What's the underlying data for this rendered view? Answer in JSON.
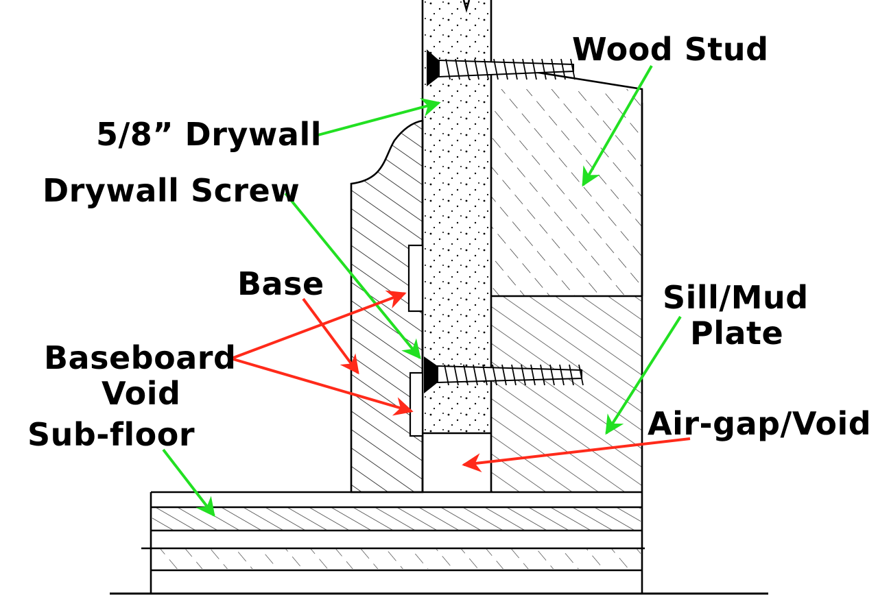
{
  "labels": {
    "wood_stud": "Wood Stud",
    "drywall": "5/8” Drywall",
    "drywall_screw": "Drywall Screw",
    "base": "Base",
    "baseboard_void_line1": "Baseboard",
    "baseboard_void_line2": "Void",
    "sub_floor": "Sub-floor",
    "sill_line1": "Sill/Mud",
    "sill_line2": "Plate",
    "air_gap": "Air-gap/Void"
  },
  "colors": {
    "ink": "#000000",
    "paper": "#ffffff",
    "green_arrow": "#22e022",
    "red_arrow": "#ff2a1a"
  }
}
